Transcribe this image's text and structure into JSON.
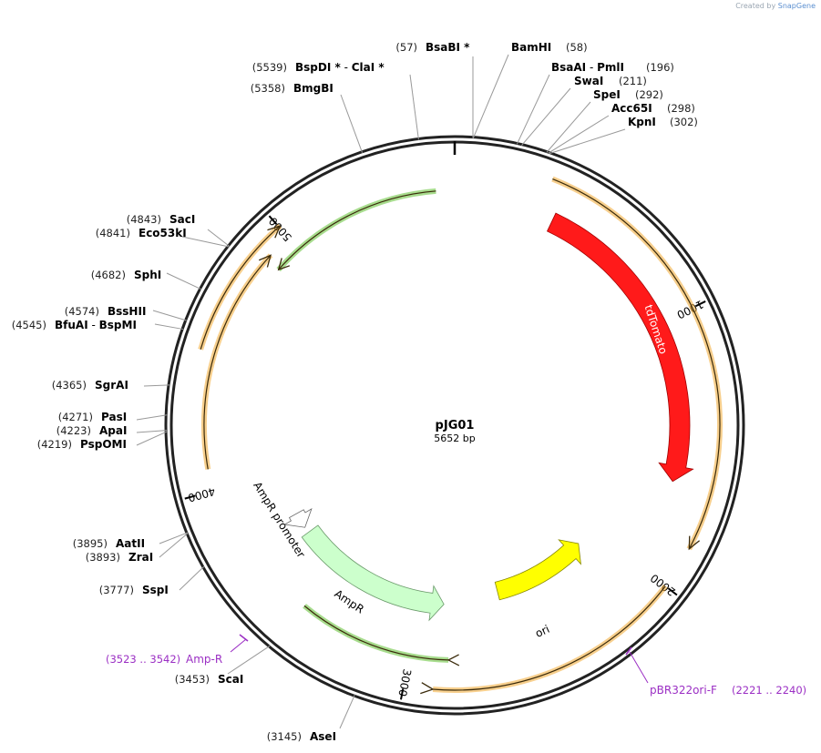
{
  "credit": {
    "prefix": "Created by",
    "brand": "SnapGene"
  },
  "plasmid": {
    "name": "pJG01",
    "size": "5652 bp",
    "length": 5652
  },
  "ticks": [
    {
      "label": "1000",
      "bp": 1000
    },
    {
      "label": "2000",
      "bp": 2000
    },
    {
      "label": "3000",
      "bp": 3000
    },
    {
      "label": "4000",
      "bp": 4000
    },
    {
      "label": "5000",
      "bp": 5000
    }
  ],
  "features": [
    {
      "id": "tdtomato",
      "name": "tdTomato",
      "color": "#ff1a1a",
      "text_color": "#ffffff"
    },
    {
      "id": "ori",
      "name": "ori",
      "color": "#ffff00",
      "text_color": "#000000"
    },
    {
      "id": "ampr",
      "name": "AmpR",
      "color": "#ccffcc",
      "text_color": "#000000"
    },
    {
      "id": "ampr-promoter",
      "name": "AmpR promoter",
      "color": "#ffffff",
      "text_color": "#000000"
    }
  ],
  "orf_colors": {
    "orange": "#f0a830",
    "green": "#5fbf2f",
    "line": "#3a2a0a"
  },
  "primers": [
    {
      "name": "Amp-R",
      "range": "(3523 .. 3542)"
    },
    {
      "name": "pBR322ori-F",
      "range": "(2221 .. 2240)"
    }
  ],
  "sites": [
    {
      "id": "bsabi",
      "pos": "(57)",
      "name": "BsaBI",
      "star": " *"
    },
    {
      "id": "bamhi",
      "pos": "(58)",
      "name": "BamHI",
      "star": ""
    },
    {
      "id": "bsaai",
      "pos": "(196)",
      "name": "BsaAI",
      "sep": " - ",
      "name2": "PmlI"
    },
    {
      "id": "swai",
      "pos": "(211)",
      "name": "SwaI"
    },
    {
      "id": "spei",
      "pos": "(292)",
      "name": "SpeI"
    },
    {
      "id": "acc65i",
      "pos": "(298)",
      "name": "Acc65I"
    },
    {
      "id": "kpni",
      "pos": "(302)",
      "name": "KpnI"
    },
    {
      "id": "bspdi",
      "pos": "(5539)",
      "name": "BspDI",
      "star": " *",
      "sep": " - ",
      "name2": "ClaI",
      "star2": " *"
    },
    {
      "id": "bmgbi",
      "pos": "(5358)",
      "name": "BmgBI"
    },
    {
      "id": "saci",
      "pos": "(4843)",
      "name": "SacI"
    },
    {
      "id": "eco53ki",
      "pos": "(4841)",
      "name": "Eco53kI"
    },
    {
      "id": "sphi",
      "pos": "(4682)",
      "name": "SphI"
    },
    {
      "id": "bsshii",
      "pos": "(4574)",
      "name": "BssHII"
    },
    {
      "id": "bfuai",
      "pos": "(4545)",
      "name": "BfuAI",
      "sep": " - ",
      "name2": "BspMI"
    },
    {
      "id": "sgrai",
      "pos": "(4365)",
      "name": "SgrAI"
    },
    {
      "id": "pasi",
      "pos": "(4271)",
      "name": "PasI"
    },
    {
      "id": "apai",
      "pos": "(4223)",
      "name": "ApaI"
    },
    {
      "id": "pspomi",
      "pos": "(4219)",
      "name": "PspOMI"
    },
    {
      "id": "aatii",
      "pos": "(3895)",
      "name": "AatII"
    },
    {
      "id": "zrai",
      "pos": "(3893)",
      "name": "ZraI"
    },
    {
      "id": "sspi",
      "pos": "(3777)",
      "name": "SspI"
    },
    {
      "id": "scai",
      "pos": "(3453)",
      "name": "ScaI"
    },
    {
      "id": "asei",
      "pos": "(3145)",
      "name": "AseI"
    }
  ]
}
